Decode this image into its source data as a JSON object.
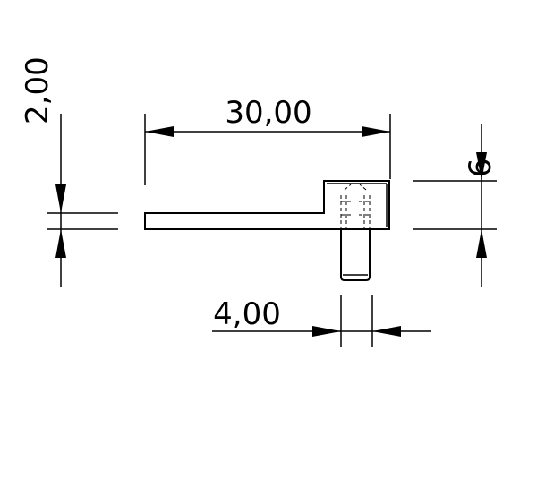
{
  "dimensions": {
    "length": "30,00",
    "thickness": "2,00",
    "height": "6",
    "screw_diameter": "4,00"
  },
  "colors": {
    "line": "#000000",
    "background": "#ffffff"
  }
}
